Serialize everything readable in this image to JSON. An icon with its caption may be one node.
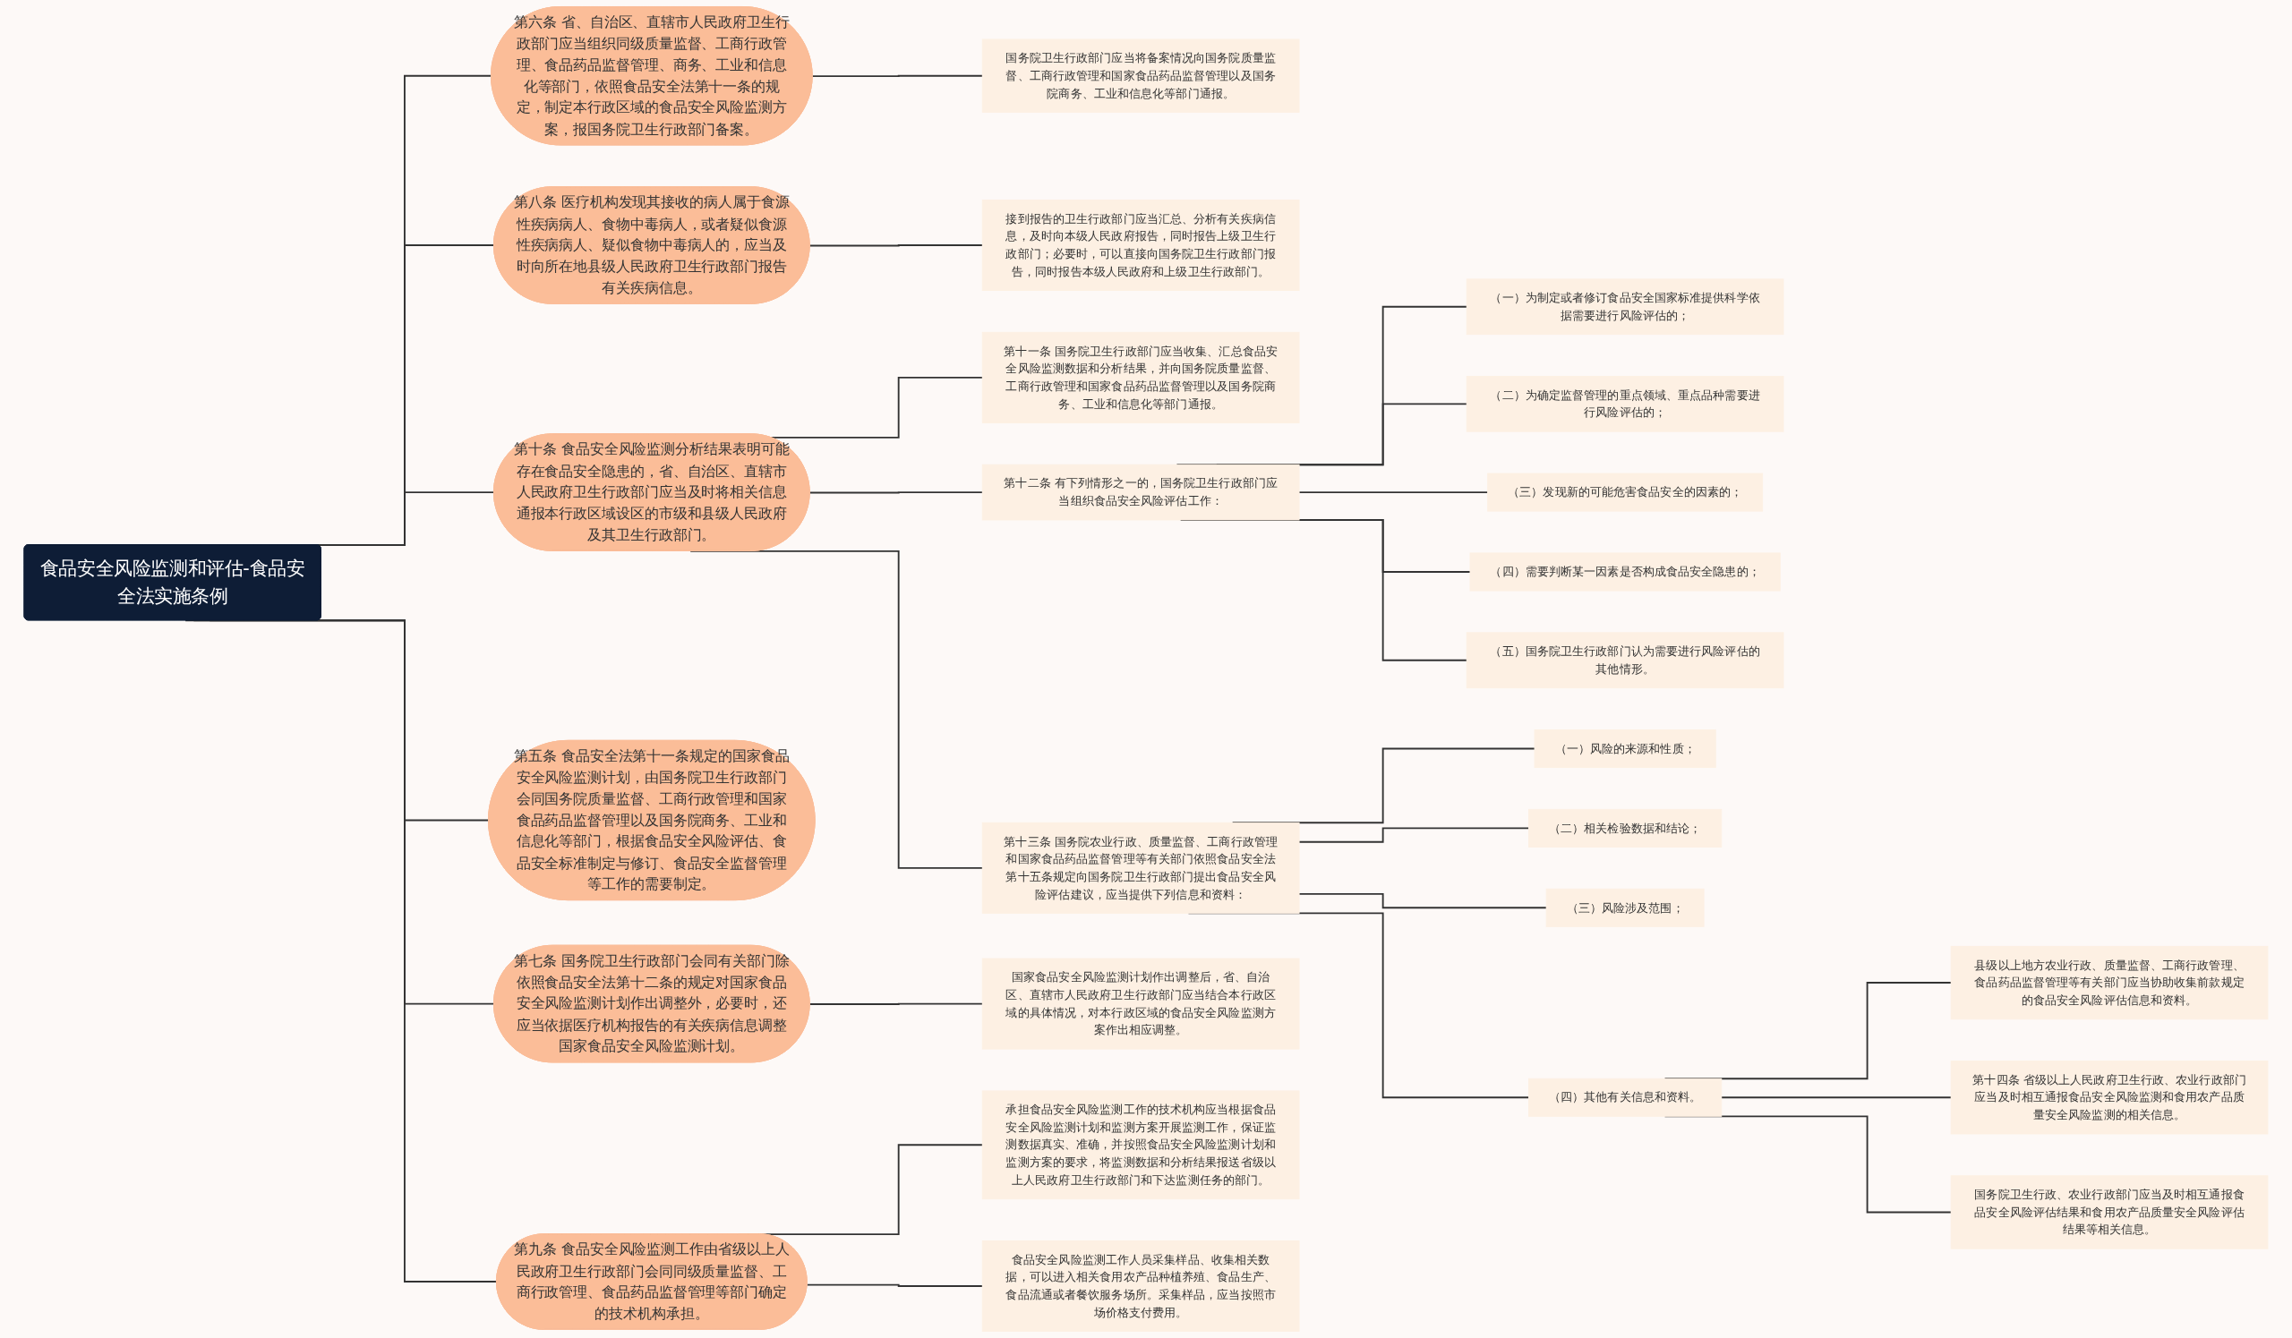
{
  "diagram": {
    "nodes": [
      {
        "text": [
          "食品安全风险监测和评估-食品安全法实施条例"
        ]
      },
      {
        "text": [
          "第六条 省、自治区、直辖市人民政府卫生行政部门应当组织同级质量监督、工商行政管理、食品药品监督管理、商务、工业和信息化等部门，依照食品安全法第十一条的规定，制定本行政区域的食品安全风险监测方案，报国务院卫生行政部门备案。"
        ]
      },
      {
        "text": [
          "国务院卫生行政部门应当将备案情况向国务院质量监督、工商行政管理和国家食品药品监督管理以及国务院商务、工业和信息化等部门通报。"
        ]
      },
      {
        "text": [
          "第八条 医疗机构发现其接收的病人属于食源性疾病病人、食物中毒病人，或者疑似食源性疾病病人、疑似食物中毒病人的，应当及时向所在地县级人民政府卫生行政部门报告有关疾病信息。"
        ]
      },
      {
        "text": [
          "接到报告的卫生行政部门应当汇总、分析有关疾病信息，及时向本级人民政府报告，同时报告上级卫生行政部门；必要时，可以直接向国务院卫生行政部门报告，同时报告本级人民政府和上级卫生行政部门。"
        ]
      },
      {
        "text": [
          "第十条 食品安全风险监测分析结果表明可能存在食品安全隐患的，省、自治区、直辖市人民政府卫生行政部门应当及时将相关信息通报本行政区域设区的市级和县级人民政府及其卫生行政部门。"
        ]
      },
      {
        "text": [
          "第十一条 国务院卫生行政部门应当收集、汇总食品安全风险监测数据和分析结果，并向国务院质量监督、工商行政管理和国家食品药品监督管理以及国务院商务、工业和信息化等部门通报。"
        ]
      },
      {
        "text": [
          "第十二条 有下列情形之一的，国务院卫生行政部门应当组织食品安全风险评估工作："
        ]
      },
      {
        "text": [
          "（一）为制定或者修订食品安全国家标准提供科学依据需要进行风险评估的；"
        ]
      },
      {
        "text": [
          "（二）为确定监督管理的重点领域、重点品种需要进行风险评估的；"
        ]
      },
      {
        "text": [
          "（三）发现新的可能危害食品安全的因素的；"
        ]
      },
      {
        "text": [
          "（四）需要判断某一因素是否构成食品安全隐患的；"
        ]
      },
      {
        "text": [
          "（五）国务院卫生行政部门认为需要进行风险评估的其他情形。"
        ]
      },
      {
        "text": [
          "第十三条 国务院农业行政、质量监督、工商行政管理和国家食品药品监督管理等有关部门依照食品安全法第十五条规定向国务院卫生行政部门提出食品安全风险评估建议，应当提供下列信息和资料："
        ]
      },
      {
        "text": [
          "（一）风险的来源和性质；"
        ]
      },
      {
        "text": [
          "（二）相关检验数据和结论；"
        ]
      },
      {
        "text": [
          "（三）风险涉及范围；"
        ]
      },
      {
        "text": [
          "（四）其他有关信息和资料。"
        ]
      },
      {
        "text": [
          "县级以上地方农业行政、质量监督、工商行政管理、食品药品监督管理等有关部门应当协助收集前款规定的食品安全风险评估信息和资料。"
        ]
      },
      {
        "text": [
          "第十四条 省级以上人民政府卫生行政、农业行政部门应当及时相互通报食品安全风险监测和食用农产品质量安全风险监测的相关信息。"
        ]
      },
      {
        "text": [
          "国务院卫生行政、农业行政部门应当及时相互通报食品安全风险评估结果和食用农产品质量安全风险评估结果等相关信息。"
        ]
      },
      {
        "text": [
          "第五条 食品安全法第十一条规定的国家食品安全风险监测计划，由国务院卫生行政部门会同国务院质量监督、工商行政管理和国家食品药品监督管理以及国务院商务、工业和信息化等部门，根据食品安全风险评估、食品安全标准制定与修订、食品安全监督管理等工作的需要制定。"
        ]
      },
      {
        "text": [
          "第七条 国务院卫生行政部门会同有关部门除依照食品安全法第十二条的规定对国家食品安全风险监测计划作出调整外，必要时，还应当依据医疗机构报告的有关疾病信息调整国家食品安全风险监测计划。"
        ]
      },
      {
        "text": [
          "国家食品安全风险监测计划作出调整后，省、自治区、直辖市人民政府卫生行政部门应当结合本行政区域的具体情况，对本行政区域的食品安全风险监测方案作出相应调整。"
        ]
      },
      {
        "text": [
          "第九条 食品安全风险监测工作由省级以上人民政府卫生行政部门会同同级质量监督、工商行政管理、食品药品监督管理等部门确定的技术机构承担。"
        ]
      },
      {
        "text": [
          "承担食品安全风险监测工作的技术机构应当根据食品安全风险监测计划和监测方案开展监测工作，保证监测数据真实、准确，并按照食品安全风险监测计划和监测方案的要求，将监测数据和分析结果报送省级以上人民政府卫生行政部门和下达监测任务的部门。"
        ]
      },
      {
        "text": [
          "食品安全风险监测工作人员采集样品、收集相关数据，可以进入相关食用农产品种植养殖、食品生产、食品流通或者餐饮服务场所。采集样品，应当按照市场价格支付费用。"
        ]
      }
    ],
    "edges": [
      {
        "from": 0,
        "to": 1,
        "arrow": "none"
      },
      {
        "from": 1,
        "to": 2,
        "arrow": "none"
      },
      {
        "from": 0,
        "to": 3,
        "arrow": "none"
      },
      {
        "from": 3,
        "to": 4,
        "arrow": "none"
      },
      {
        "from": 0,
        "to": 5,
        "arrow": "none"
      },
      {
        "from": 5,
        "to": 6,
        "arrow": "none"
      },
      {
        "from": 5,
        "to": 7,
        "arrow": "none"
      },
      {
        "from": 7,
        "to": 8,
        "arrow": "none"
      },
      {
        "from": 7,
        "to": 9,
        "arrow": "none"
      },
      {
        "from": 7,
        "to": 10,
        "arrow": "none"
      },
      {
        "from": 7,
        "to": 11,
        "arrow": "none"
      },
      {
        "from": 7,
        "to": 12,
        "arrow": "none"
      },
      {
        "from": 5,
        "to": 13,
        "arrow": "none"
      },
      {
        "from": 13,
        "to": 14,
        "arrow": "none"
      },
      {
        "from": 13,
        "to": 15,
        "arrow": "none"
      },
      {
        "from": 13,
        "to": 16,
        "arrow": "none"
      },
      {
        "from": 13,
        "to": 17,
        "arrow": "none"
      },
      {
        "from": 17,
        "to": 18,
        "arrow": "none"
      },
      {
        "from": 17,
        "to": 19,
        "arrow": "none"
      },
      {
        "from": 17,
        "to": 20,
        "arrow": "none"
      },
      {
        "from": 0,
        "to": 21,
        "arrow": "none"
      },
      {
        "from": 0,
        "to": 22,
        "arrow": "none"
      },
      {
        "from": 22,
        "to": 23,
        "arrow": "none"
      },
      {
        "from": 0,
        "to": 24,
        "arrow": "none"
      },
      {
        "from": 24,
        "to": 25,
        "arrow": "none"
      },
      {
        "from": 24,
        "to": 26,
        "arrow": "none"
      }
    ]
  }
}
